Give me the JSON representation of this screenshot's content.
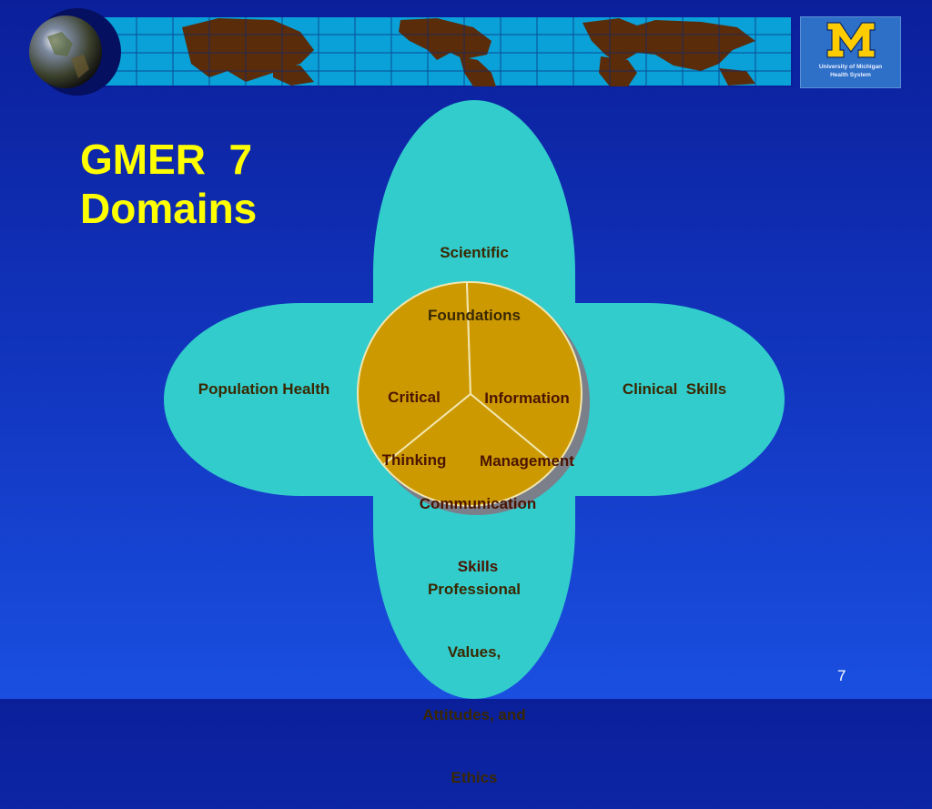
{
  "slide": {
    "title_line1": "GMER  7",
    "title_line2": "Domains",
    "page_number": "7"
  },
  "logo": {
    "letter": "M",
    "line1": "University of Michigan",
    "line2": "Health System"
  },
  "diagram": {
    "petals": {
      "top": [
        "Scientific",
        "Foundations"
      ],
      "left": "Population Health",
      "right": "Clinical  Skills",
      "bottom": [
        "Professional",
        "Values,",
        "Attitudes, and",
        "Ethics"
      ]
    },
    "center_segments": {
      "critical_thinking": [
        "Critical",
        "Thinking"
      ],
      "information_management": [
        "Information",
        "Management"
      ],
      "communication_skills": [
        "Communication",
        "Skills"
      ]
    }
  },
  "colors": {
    "background": "#1236c0",
    "petal": "#33cccc",
    "center": "#cc9900",
    "title": "#ffff00"
  }
}
